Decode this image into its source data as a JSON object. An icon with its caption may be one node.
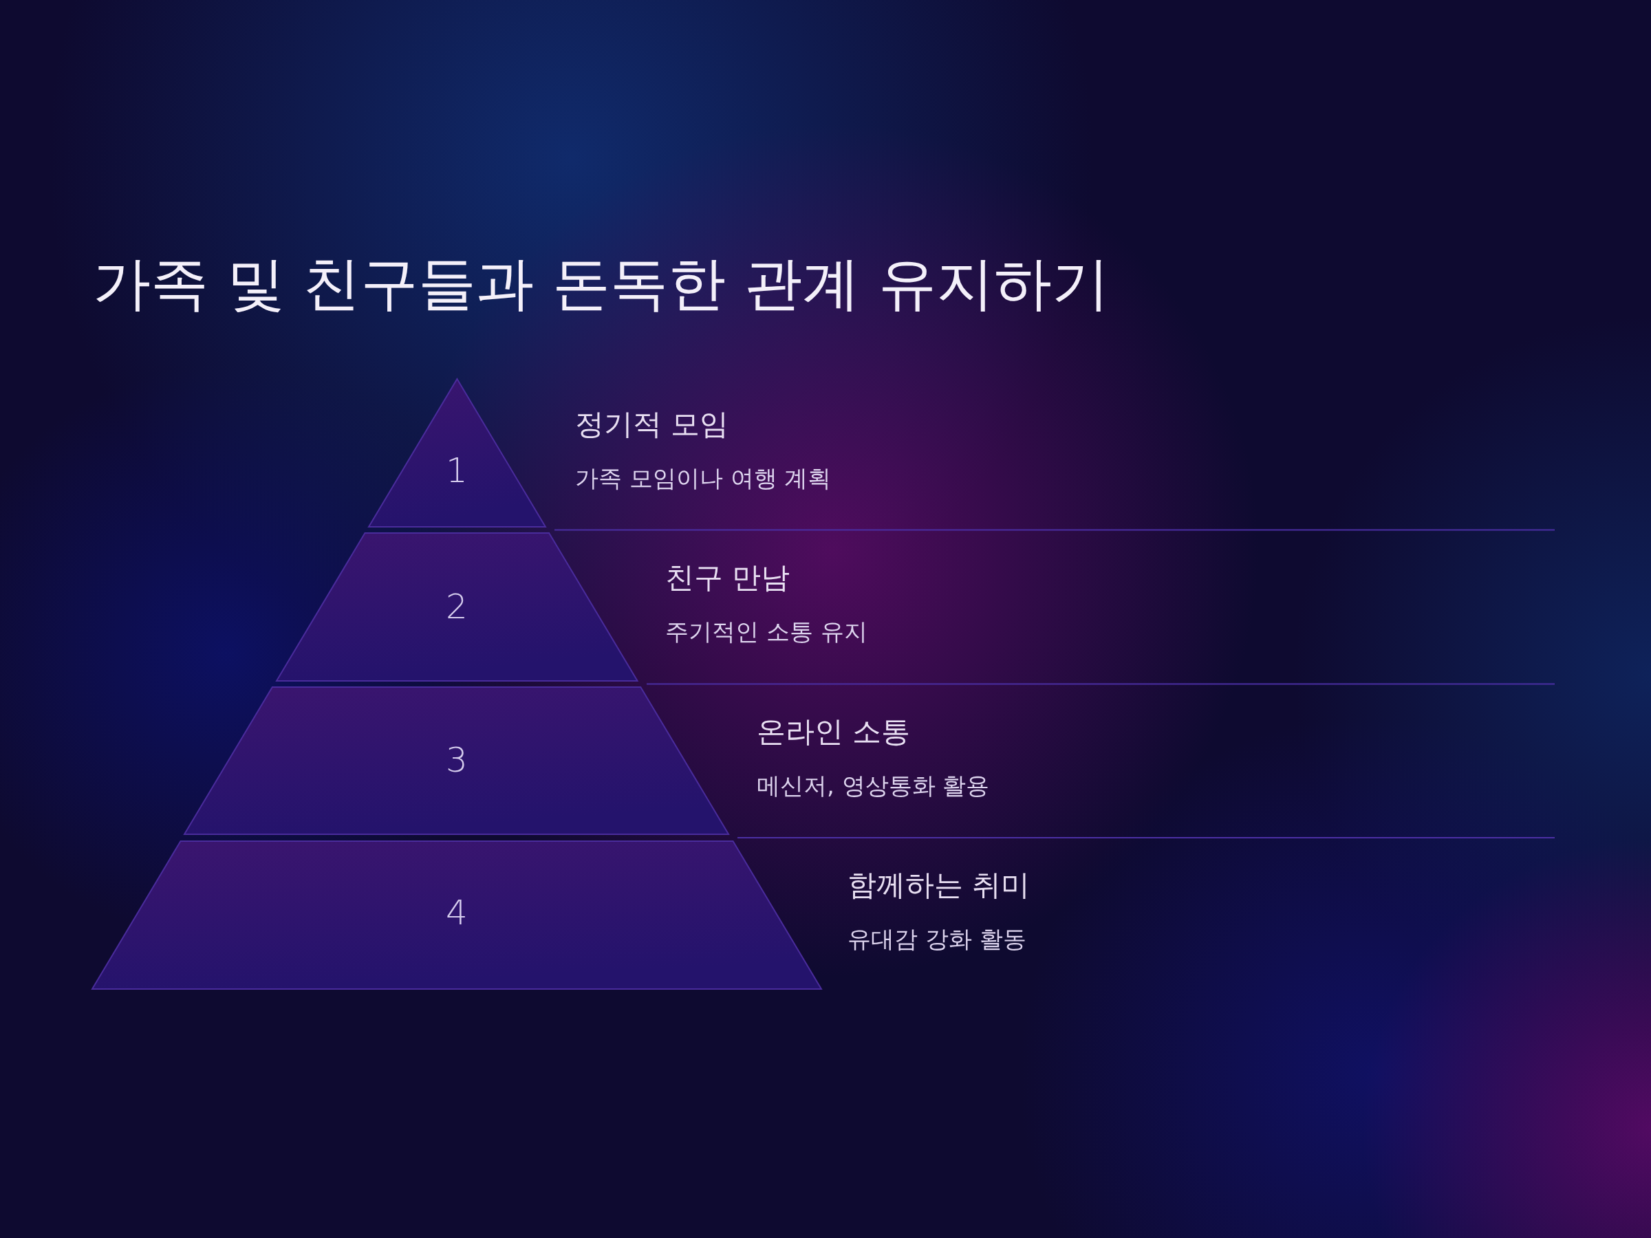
{
  "diagram": {
    "title": "가족 및 친구들과 돈독한 관계 유지하기",
    "nodes": [
      {
        "text": [
          "1"
        ],
        "beside": [
          "정기적 모임",
          "가족 모임이나 여행 계획"
        ]
      },
      {
        "text": [
          "2"
        ],
        "beside": [
          "친구 만남",
          "주기적인 소통 유지"
        ]
      },
      {
        "text": [
          "3"
        ],
        "beside": [
          "온라인 소통",
          "메신저, 영상통화 활용"
        ]
      },
      {
        "text": [
          "4"
        ],
        "beside": [
          "함께하는 취미",
          "유대감 강화 활동"
        ]
      }
    ]
  }
}
